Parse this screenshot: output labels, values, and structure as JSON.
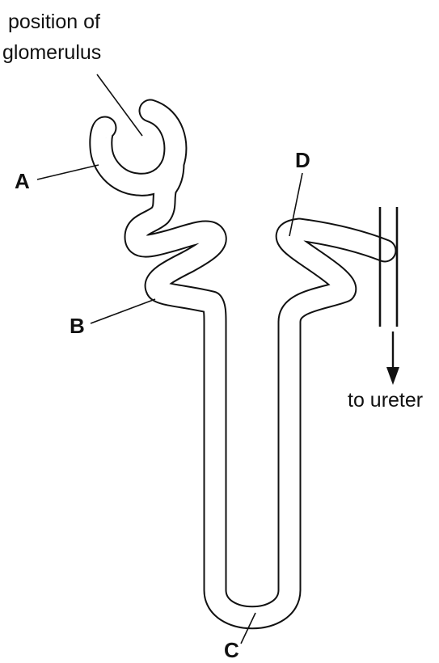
{
  "labels": {
    "glomerulus_line1": "position of",
    "glomerulus_line2": "glomerulus",
    "a": "A",
    "b": "B",
    "c": "C",
    "d": "D",
    "ureter": "to ureter"
  },
  "colors": {
    "ink": "#111111",
    "background": "#ffffff"
  }
}
